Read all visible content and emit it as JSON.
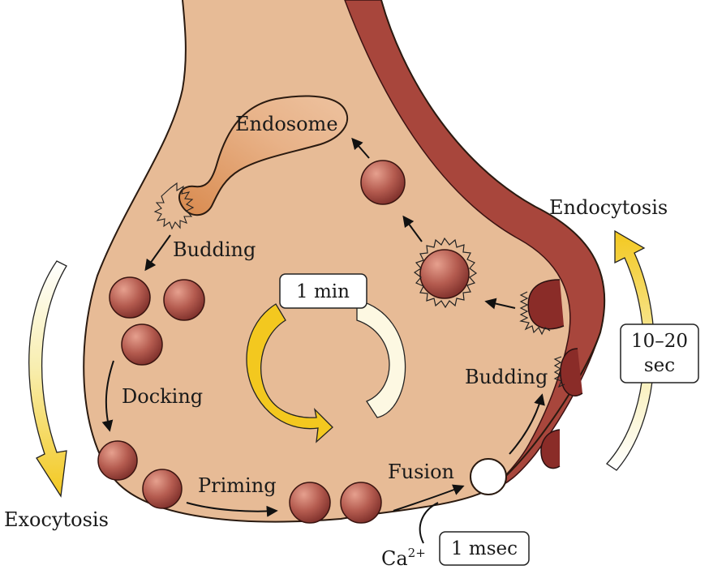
{
  "labels": {
    "endosome": "Endosome",
    "budding_top": "Budding",
    "budding_right": "Budding",
    "docking": "Docking",
    "priming": "Priming",
    "fusion": "Fusion",
    "exocytosis": "Exocytosis",
    "endocytosis": "Endocytosis",
    "calcium_base": "Ca",
    "calcium_sup": "2+"
  },
  "timers": {
    "cycle": "1 min",
    "endocytosis_line1": "10–20",
    "endocytosis_line2": "sec",
    "fusion": "1 msec"
  },
  "colors": {
    "terminal_fill": "#e7bb96",
    "membrane": "#a8463c",
    "vesicle": "#b0574c",
    "endosome": "#dc9a62",
    "arrow_yellow": "#f3cf2b"
  }
}
